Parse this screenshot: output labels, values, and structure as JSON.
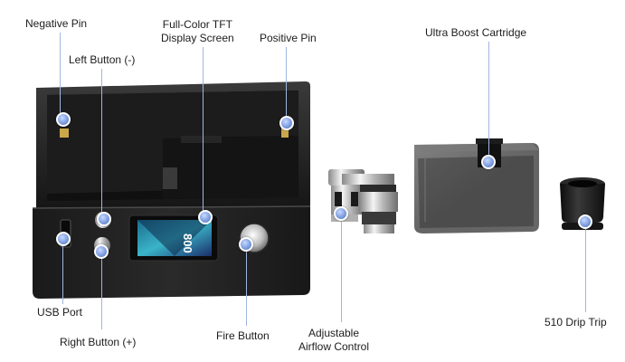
{
  "callouts": {
    "negative_pin": "Negative Pin",
    "display_screen": [
      "Full-Color TFT",
      "Display Screen"
    ],
    "positive_pin": "Positive Pin",
    "left_button": "Left Button (-)",
    "ultra_boost_cartridge": "Ultra Boost Cartridge",
    "usb_port": "USB Port",
    "right_button": "Right Button (+)",
    "fire_button": "Fire Button",
    "airflow_control": [
      "Adjustable",
      "Airflow Control"
    ],
    "drip_tip": "510 Drip Trip"
  },
  "screen_reading": "800",
  "accent_color": "#7e9ee0"
}
